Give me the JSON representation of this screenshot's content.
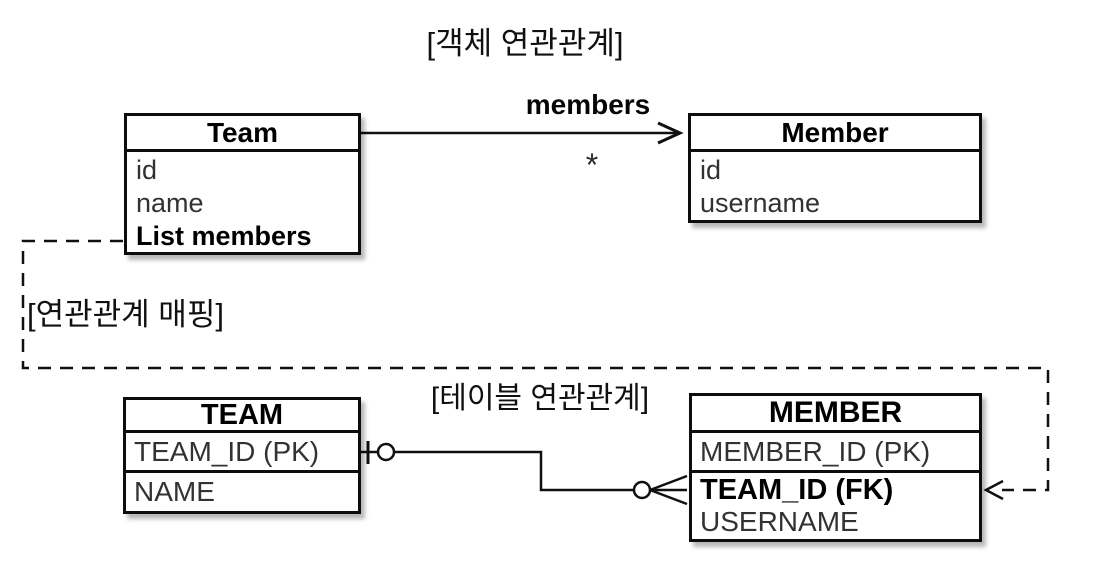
{
  "titles": {
    "object_section": "[객체 연관관계]",
    "mapping_label": "[연관관계 매핑]",
    "table_section": "[테이블 연관관계]"
  },
  "object_diagram": {
    "association_label": "members",
    "multiplicity": "*",
    "team_class": {
      "title": "Team",
      "field_id": "id",
      "field_name": "name",
      "field_members": "List members"
    },
    "member_class": {
      "title": "Member",
      "field_id": "id",
      "field_username": "username"
    }
  },
  "table_diagram": {
    "team_table": {
      "title": "TEAM",
      "col_team_id": "TEAM_ID (PK)",
      "col_name": "NAME"
    },
    "member_table": {
      "title": "MEMBER",
      "col_member_id": "MEMBER_ID (PK)",
      "col_team_id": "TEAM_ID (FK)",
      "col_username": "USERNAME"
    }
  },
  "colors": {
    "line": "#101010",
    "text_primary": "#000000",
    "text_secondary": "#323232",
    "background": "#ffffff"
  }
}
